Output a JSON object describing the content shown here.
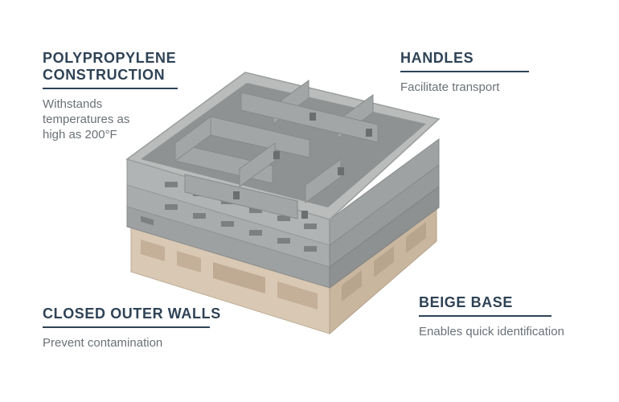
{
  "features": {
    "polypropylene": {
      "title_line1": "POLYPROPYLENE",
      "title_line2": "CONSTRUCTION",
      "desc": "Withstands temperatures as high as 200°F"
    },
    "handles": {
      "title": "HANDLES",
      "desc": "Facilitate transport"
    },
    "closed_walls": {
      "title": "CLOSED OUTER WALLS",
      "desc": "Prevent contamination"
    },
    "beige_base": {
      "title": "BEIGE BASE",
      "desc": "Enables quick identification"
    }
  },
  "colors": {
    "heading": "#2f4356",
    "body_text": "#6b7178",
    "rack_gray": "#a9acab",
    "rack_beige": "#d8c7b2"
  },
  "image": {
    "subject": "dishwasher-rack-icon"
  }
}
